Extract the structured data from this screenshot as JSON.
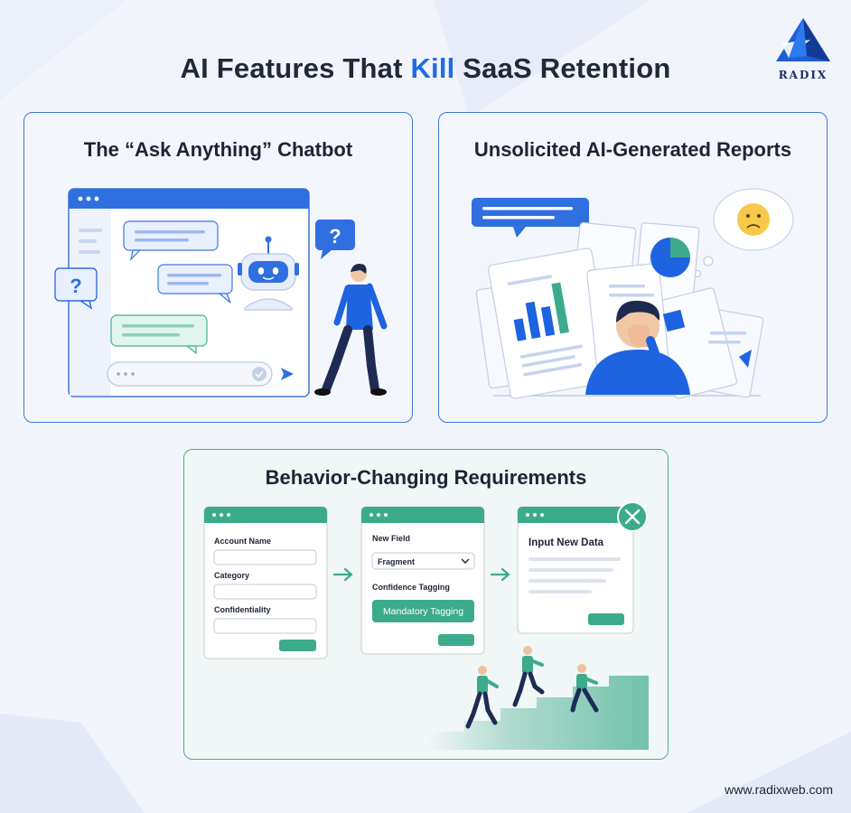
{
  "header": {
    "title_before": "AI Features That ",
    "title_accent": "Kill",
    "title_after": " SaaS Retention"
  },
  "logo": {
    "text": "RADIX",
    "icon": "pyramid-logo-icon"
  },
  "cards": {
    "chatbot": {
      "title": "The “Ask Anything” Chatbot"
    },
    "reports": {
      "title": "Unsolicited AI-Generated Reports"
    },
    "requirements": {
      "title": "Behavior-Changing Requirements",
      "form1": {
        "labels": [
          "Account Name",
          "Category",
          "Confidentiality"
        ]
      },
      "form2": {
        "new_field_label": "New Field",
        "dropdown_value": "Fragment",
        "confidence_label": "Confidence Tagging",
        "button_label": "Mandatory Tagging"
      },
      "form3": {
        "title": "Input New Data"
      }
    }
  },
  "footer": {
    "url": "www.radixweb.com"
  },
  "colors": {
    "accent": "#1e6be6",
    "green": "#3cab8b",
    "border_blue": "#3d79d8"
  }
}
